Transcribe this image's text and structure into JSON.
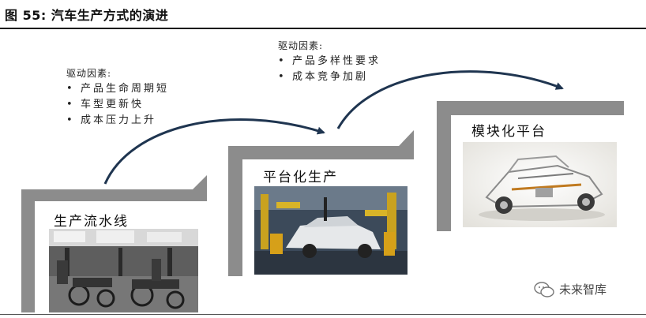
{
  "figure": {
    "title": "图 55:  汽车生产方式的演进"
  },
  "drivers": [
    {
      "heading": "驱动因素:",
      "items": [
        "产品生命周期短",
        "车型更新快",
        "成本压力上升"
      ]
    },
    {
      "heading": "驱动因素:",
      "items": [
        "产品多样性要求",
        "成本竞争加剧"
      ]
    }
  ],
  "stages": [
    {
      "label": "生产流水线",
      "image": "vintage-assembly-line-photo"
    },
    {
      "label": "平台化生产",
      "image": "car-factory-robot-line-photo"
    },
    {
      "label": "模块化平台",
      "image": "car-chassis-module-render"
    }
  ],
  "watermark": {
    "text": "未来智库",
    "icon": "wechat-icon"
  },
  "colors": {
    "step": "#8c8c8c",
    "arrow": "#1f3550",
    "rule": "#1a1a1a"
  }
}
